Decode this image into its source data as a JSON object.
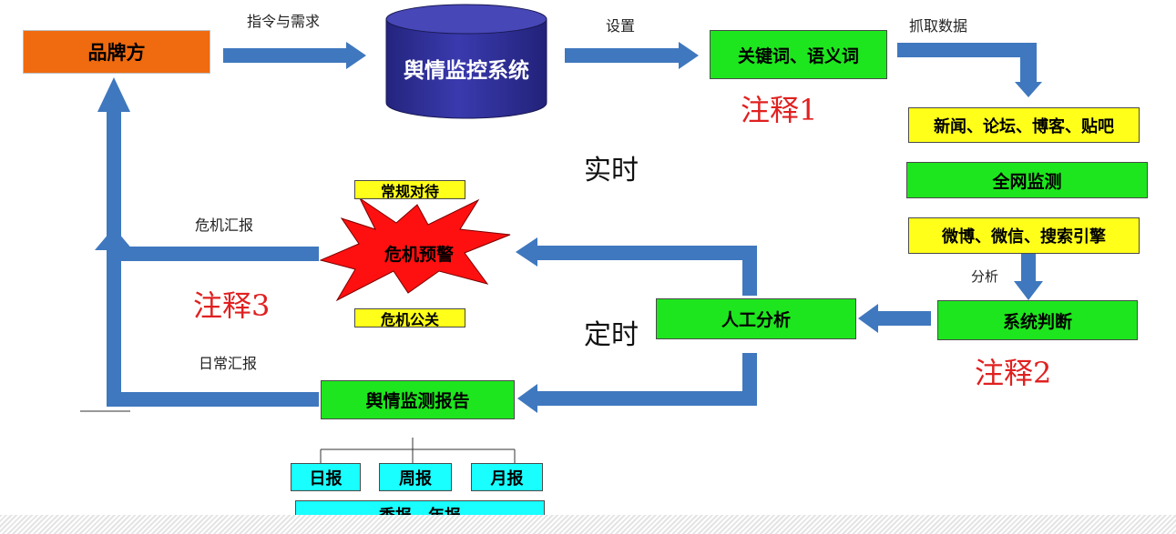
{
  "nodes": {
    "brand": "品牌方",
    "system": "舆情监控系统",
    "keywords": "关键词、语义词",
    "sources_top": "新闻、论坛、博客、贴吧",
    "network_monitor": "全网监测",
    "sources_bottom": "微博、微信、搜索引擎",
    "system_judge": "系统判断",
    "manual_analysis": "人工分析",
    "crisis_alert": "危机预警",
    "routine_handling": "常规对待",
    "crisis_pr": "危机公关",
    "report": "舆情监测报告",
    "daily": "日报",
    "weekly": "周报",
    "monthly": "月报",
    "quarterly_yearly": "季报、年报"
  },
  "edge_labels": {
    "instructions": "指令与需求",
    "setup": "设置",
    "fetch": "抓取数据",
    "analyze": "分析",
    "crisis_report": "危机汇报",
    "daily_report": "日常汇报"
  },
  "notes": {
    "note1": "注释1",
    "note2": "注释2",
    "note3": "注释3"
  },
  "timing": {
    "realtime": "实时",
    "scheduled": "定时"
  },
  "colors": {
    "orange": "#f06a0f",
    "green": "#1ee61e",
    "yellow": "#ffff19",
    "cyan": "#19ffff",
    "navy": "#2f2f9a",
    "arrow_blue": "#3f78be",
    "burst_red": "#ff1010",
    "note_red": "#e02020"
  }
}
